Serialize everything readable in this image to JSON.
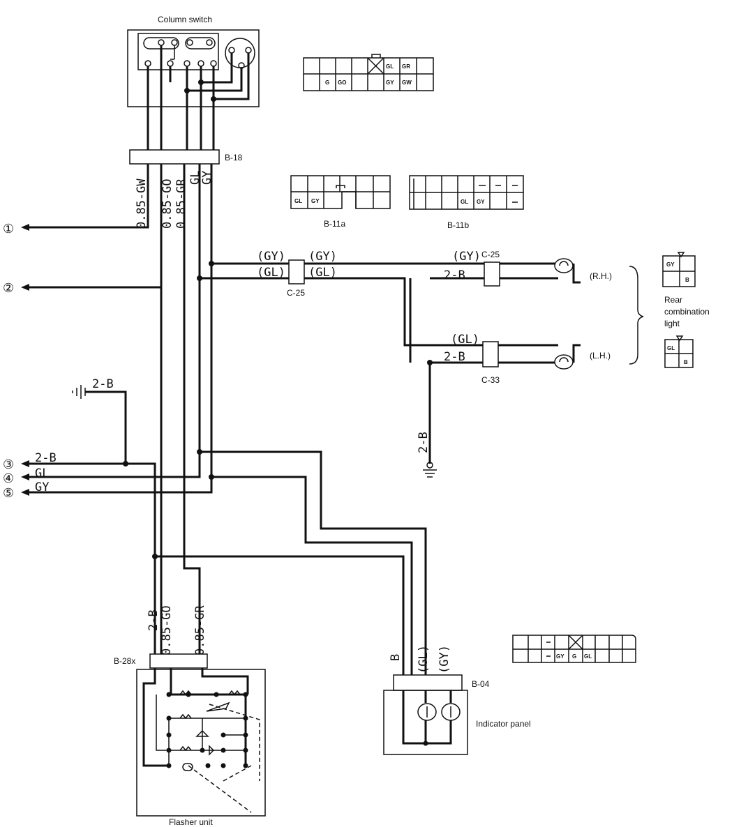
{
  "labels": {
    "column_switch": "Column switch",
    "b18": "B-18",
    "b11a": "B-11a",
    "b11b": "B-11b",
    "c25_left": "C-25",
    "c25_right": "C-25",
    "c33": "C-33",
    "b28x": "B-28x",
    "b04": "B-04",
    "indicator_panel": "Indicator panel",
    "flasher_unit": "Flasher unit",
    "rh": "(R.H.)",
    "lh": "(L.H.)",
    "rear_combination_light": [
      "Rear",
      "combination",
      "light"
    ]
  },
  "wires": {
    "b18_bundle": [
      "0.85-GW",
      "0.85-GO",
      "0.85-GR",
      "GL",
      "GY"
    ],
    "gy_left": "(GY)",
    "gy_mid": "(GY)",
    "gy_right": "(GY)",
    "gl_left": "(GL)",
    "gl_mid": "(GL)",
    "gl_lower": "(GL)",
    "b2_rh": "2-B",
    "b2_lh": "2-B",
    "b2_ground_left": "2-B",
    "b2_ground_right": "2-B",
    "b2_out": "2-B",
    "gl_out": "GL",
    "gy_out": "GY",
    "flasher_b": "2-B",
    "flasher_go": "0.85-GO",
    "flasher_gr": "0.85-GR",
    "panel_b": "B",
    "panel_gl": "(GL)",
    "panel_gy": "(GY)"
  },
  "connectors": {
    "column_switch_pins": {
      "top": [
        "",
        "",
        "",
        "",
        "",
        "",
        "GL",
        "GR"
      ],
      "bottom": [
        "",
        "G",
        "GO",
        "",
        "",
        "GY",
        "GW"
      ]
    },
    "b11a_pins": {
      "bottom": [
        "GL",
        "GY"
      ]
    },
    "b11b_pins": {
      "bottom": [
        "",
        "",
        "",
        "GL",
        "GY",
        ""
      ]
    },
    "rear_rh_pins": [
      "GY",
      "B"
    ],
    "rear_lh_pins": [
      "GL",
      "B"
    ],
    "panel_conn_pins": {
      "bottom": [
        "",
        "",
        "GY",
        "G",
        "GL",
        "",
        "",
        ""
      ]
    }
  },
  "terminals": [
    "①",
    "②",
    "③",
    "④",
    "⑤"
  ]
}
